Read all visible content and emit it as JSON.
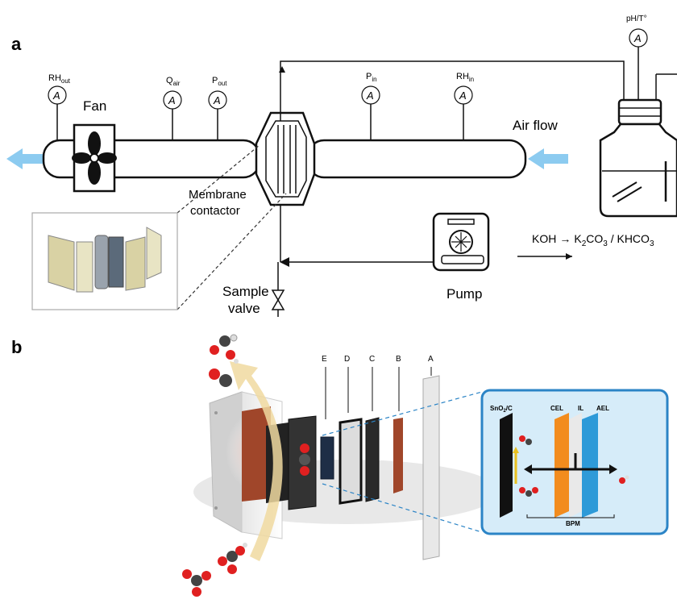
{
  "panel_a": {
    "label": "a",
    "gauges": {
      "rh_out": {
        "main": "RH",
        "sub": "out"
      },
      "q_air": {
        "main": "Q",
        "sub": "air"
      },
      "p_out": {
        "main": "P",
        "sub": "out"
      },
      "p_in": {
        "main": "P",
        "sub": "in"
      },
      "rh_in": {
        "main": "RH",
        "sub": "in"
      },
      "ph_t": {
        "main": "pH/T°"
      },
      "gauge_symbol": "A"
    },
    "fan_label": "Fan",
    "air_flow_label": "Air flow",
    "membrane_label_line1": "Membrane",
    "membrane_label_line2": "contactor",
    "sample_valve_line1": "Sample",
    "sample_valve_line2": "valve",
    "pump_label": "Pump",
    "reaction": {
      "reactant": "KOH",
      "arrow": "→",
      "k": "K",
      "two": "2",
      "co": "CO",
      "three_a": "3",
      "slash": " / KHCO",
      "three_b": "3"
    }
  },
  "panel_b": {
    "label": "b",
    "layer_letters": [
      "E",
      "D",
      "C",
      "B",
      "A"
    ],
    "inset": {
      "snO2_a": "SnO",
      "snO2_sub": "2",
      "snO2_b": "/C",
      "cel": "CEL",
      "il": "IL",
      "ael": "AEL",
      "bpm": "BPM"
    }
  },
  "colors": {
    "arrow_blue": "#8ccbf0",
    "copper": "#a0462a",
    "inset_border": "#2b84c6",
    "inset_fill": "#d6ecf9",
    "cel_orange": "#f28c1e",
    "ael_blue": "#2e9ad8",
    "curve_arrow": "#f0d9a0"
  }
}
